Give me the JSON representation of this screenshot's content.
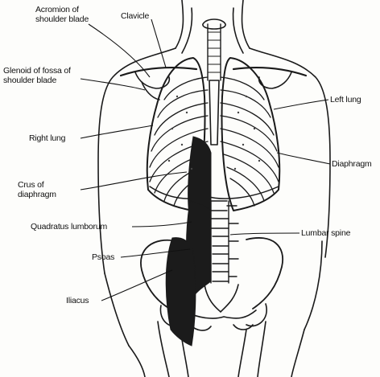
{
  "diagram": {
    "labels": {
      "acromion_line1": "Acromion of",
      "acromion_line2": "shoulder blade",
      "clavicle": "Clavicle",
      "glenoid_line1": "Glenoid of fossa of",
      "glenoid_line2": "shoulder blade",
      "left_lung": "Left lung",
      "right_lung": "Right lung",
      "diaphragm": "Diaphragm",
      "crus_line1": "Crus of",
      "crus_line2": "diaphragm",
      "quadratus_lumborum": "Quadratus lumborum",
      "lumbar_spine": "Lumbar spine",
      "psoas": "Psoas",
      "iliacus": "Iliacus"
    }
  }
}
